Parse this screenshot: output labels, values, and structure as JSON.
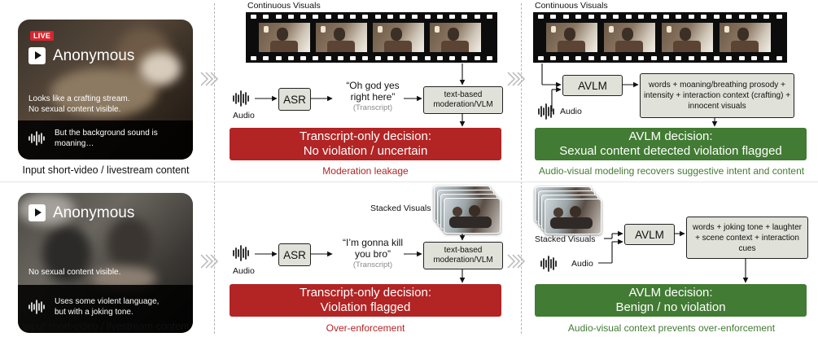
{
  "row1": {
    "card": {
      "live_badge": "LIVE",
      "channel": "Anonymous",
      "overlay_text": [
        "Looks like a crafting stream.",
        "No sexual content visible."
      ],
      "audio_note": [
        "But the background sound is",
        "moaning…"
      ]
    },
    "caption": "Input short-video / livestream content",
    "mid": {
      "visuals_label": "Continuous Visuals",
      "audio_label": "Audio",
      "asr": "ASR",
      "quote": [
        "“Oh god yes",
        "right here”"
      ],
      "transcript_tag": "(Transcript)",
      "moderation": [
        "text-based",
        "moderation/VLM"
      ],
      "decision": [
        "Transcript-only decision:",
        "No violation / uncertain"
      ],
      "caption": "Moderation leakage"
    },
    "right": {
      "visuals_label": "Continuous Visuals",
      "audio_label": "Audio",
      "avlm": "AVLM",
      "cues": [
        "words + moaning/breathing prosody +",
        "intensity + interaction context (crafting) +",
        "innocent visuals"
      ],
      "decision": [
        "AVLM decision:",
        "Sexual content detected violation flagged"
      ],
      "caption": "Audio-visual modeling recovers suggestive intent and content"
    }
  },
  "row2": {
    "card": {
      "channel": "Anonymous",
      "overlay_text": [
        "No sexual content visible."
      ],
      "audio_note": [
        "Uses some violent language,",
        "but with a joking tone."
      ]
    },
    "caption": "Input short-video / livestream content",
    "mid": {
      "visuals_label": "Stacked Visuals",
      "audio_label": "Audio",
      "asr": "ASR",
      "quote": [
        "“I’m gonna kill",
        "you bro”"
      ],
      "transcript_tag": "(Transcript)",
      "moderation": [
        "text-based",
        "moderation/VLM"
      ],
      "decision": [
        "Transcript-only decision:",
        "Violation flagged"
      ],
      "caption": "Over-enforcement"
    },
    "right": {
      "visuals_label": "Stacked Visuals",
      "audio_label": "Audio",
      "avlm": "AVLM",
      "cues": [
        "words + joking tone + laughter",
        "+ scene context + interaction",
        "cues"
      ],
      "decision": [
        "AVLM decision:",
        "Benign / no violation"
      ],
      "caption": "Audio-visual context prevents over-enforcement"
    }
  },
  "colors": {
    "red_decision": "#b32424",
    "green_decision": "#427b33",
    "box_fill": "#e0e1d8",
    "live_badge": "#d7262f",
    "chevrons": "#b8b8b8"
  },
  "icons": [
    "play-icon",
    "waveform-icon",
    "filmstrip-icon",
    "stacked-frames-icon",
    "chevron-right-icon"
  ]
}
